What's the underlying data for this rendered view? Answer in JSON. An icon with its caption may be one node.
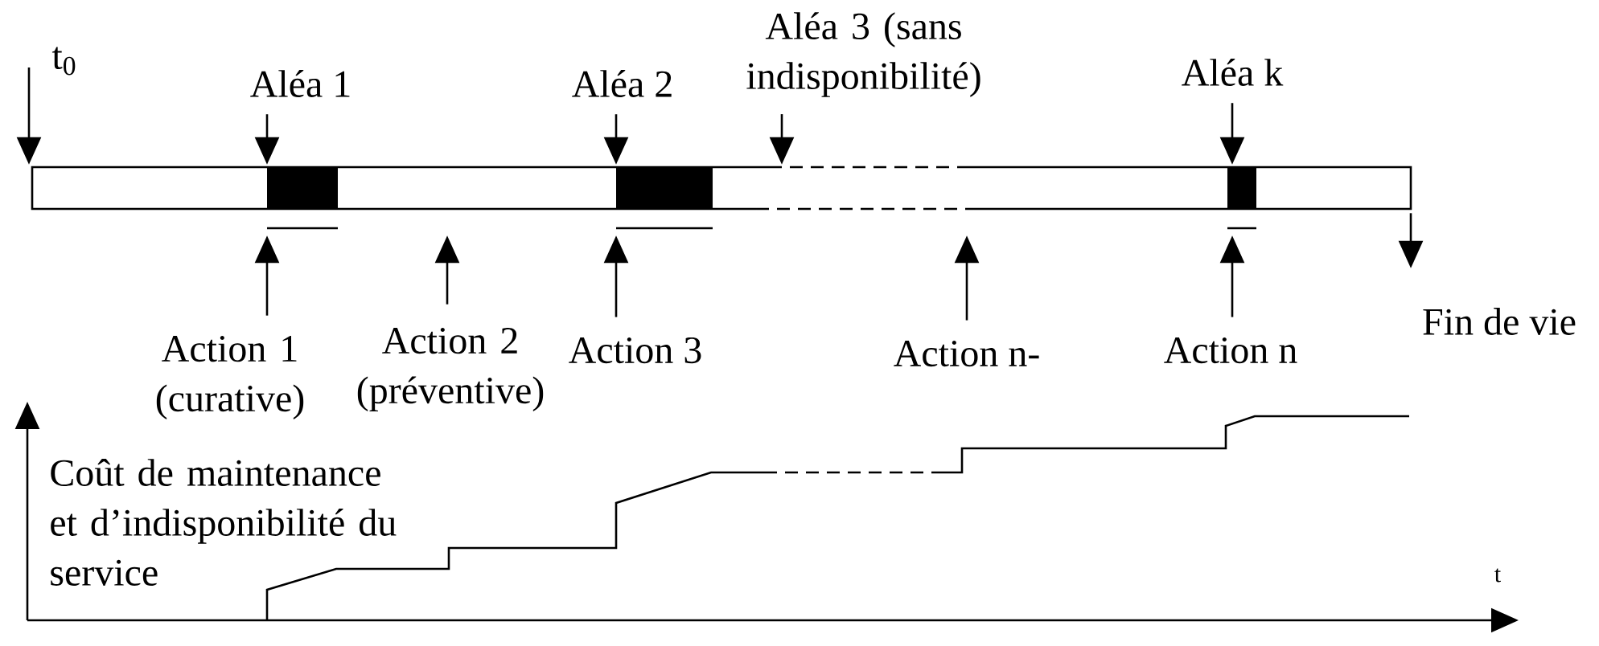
{
  "diagram": {
    "nodes": [
      {
        "text": [
          "Aléa 1"
        ]
      },
      {
        "text": [
          "Aléa 2"
        ]
      },
      {
        "text": [
          "Aléa 3 (sans indisponibilité)"
        ]
      },
      {
        "text": [
          "Aléa k"
        ]
      },
      {
        "text": [],
        "shape": "bar"
      },
      {
        "text": [
          "Action 1 (curative)"
        ]
      },
      {
        "text": [
          "Action 2 (préventive)"
        ]
      },
      {
        "text": [
          "Action 3"
        ]
      },
      {
        "text": [
          "Action n-"
        ]
      },
      {
        "text": [
          "Action n"
        ]
      },
      {
        "text": [
          "Fin de vie"
        ]
      }
    ],
    "edges": [
      {
        "from": null,
        "to": 4,
        "arrow": "to"
      },
      {
        "from": 0,
        "to": 4,
        "arrow": "to"
      },
      {
        "from": 1,
        "to": 4,
        "arrow": "to"
      },
      {
        "from": 2,
        "to": 4,
        "arrow": "to"
      },
      {
        "from": 3,
        "to": 4,
        "arrow": "to"
      },
      {
        "from": 5,
        "to": 4,
        "arrow": "to"
      },
      {
        "from": 6,
        "to": 4,
        "arrow": "to"
      },
      {
        "from": 7,
        "to": 4,
        "arrow": "to"
      },
      {
        "from": 8,
        "to": 4,
        "arrow": "to"
      },
      {
        "from": 9,
        "to": 4,
        "arrow": "to"
      },
      {
        "from": 4,
        "to": 10,
        "arrow": "to"
      }
    ],
    "labels": [
      "t$_{0}$",
      "Coût de maintenance et d’indisponibilité du service",
      "t"
    ]
  }
}
